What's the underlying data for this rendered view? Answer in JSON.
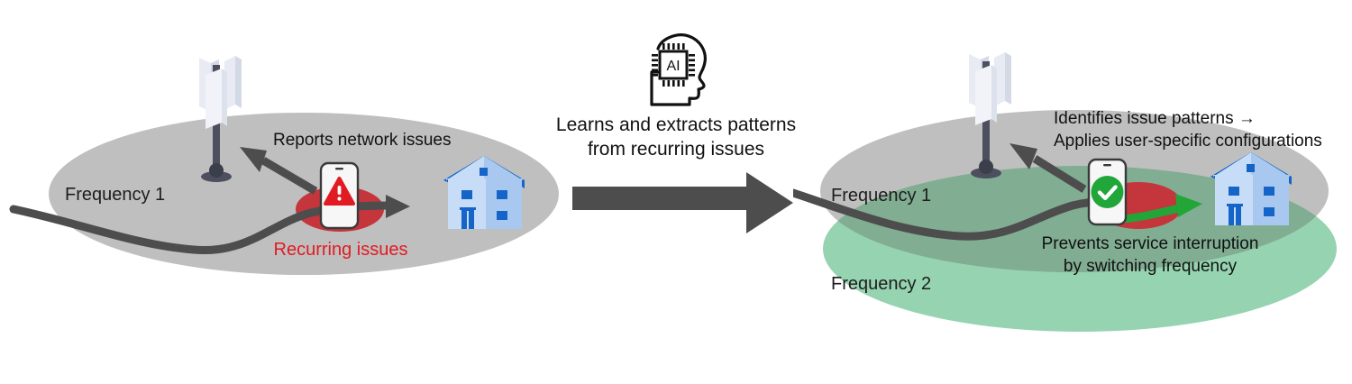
{
  "diagram": {
    "title_implicit": "AI-driven network frequency switching",
    "colors": {
      "coverage_gray": "#bfbfbf",
      "coverage_green": "#96d3b0",
      "issue_red": "#c4353c",
      "path_dark": "#4d4d4d",
      "arrow_green": "#23a638",
      "check_green": "#21a63a",
      "warning_red": "#e11b22",
      "house_roof_blue": "#1565c8",
      "house_body_blue": "#c7dcf7",
      "house_wing_blue": "#a9c8f0",
      "text_dark": "#111111",
      "recurring_text_red": "#e11b22"
    },
    "left_panel": {
      "name": "before-state",
      "coverage_label": "Frequency 1",
      "tower_icon": "cell-tower-icon",
      "phone_icon": "smartphone-warning-icon",
      "phone_status_icon": "warning-triangle-icon",
      "house_icon": "house-icon",
      "issue_zone_label": "Recurring issues",
      "report_arrow_label": "Reports network issues",
      "path_icon": "signal-path-line"
    },
    "center_panel": {
      "name": "ai-processing",
      "ai_icon": "ai-brain-chip-icon",
      "ai_chip_text": "AI",
      "caption_line1": "Learns and extracts patterns",
      "caption_line2": "from recurring issues",
      "arrow_icon": "right-arrow-thick"
    },
    "right_panel": {
      "name": "after-state",
      "coverage_label_1": "Frequency 1",
      "coverage_label_2": "Frequency 2",
      "tower_icon": "cell-tower-icon",
      "phone_icon": "smartphone-success-icon",
      "phone_status_icon": "check-circle-icon",
      "house_icon": "house-icon",
      "top_anno_line1": "Identifies issue patterns →",
      "top_anno_line2": "Applies user-specific configurations",
      "bottom_anno_line1": "Prevents service interruption",
      "bottom_anno_line2": "by switching frequency",
      "path_icon": "signal-path-line",
      "reroute_arrow_icon": "green-reroute-arrow"
    }
  }
}
